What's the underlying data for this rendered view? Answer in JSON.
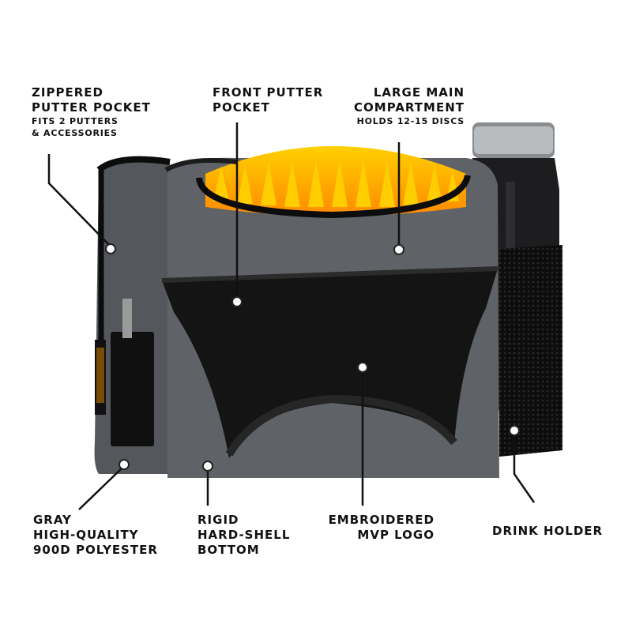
{
  "callouts": {
    "zippered": {
      "title": [
        "ZIPPERED",
        "PUTTER POCKET"
      ],
      "sub": [
        "FITS 2 PUTTERS",
        "& ACCESSORIES"
      ]
    },
    "front": {
      "title": [
        "FRONT PUTTER",
        "POCKET"
      ]
    },
    "main": {
      "title": [
        "LARGE MAIN",
        "COMPARTMENT"
      ],
      "sub": [
        "HOLDS 12-15 DISCS"
      ]
    },
    "gray": {
      "title": [
        "GRAY",
        "HIGH-QUALITY",
        "900D POLYESTER"
      ]
    },
    "rigid": {
      "title": [
        "RIGID",
        "HARD-SHELL",
        "BOTTOM"
      ]
    },
    "logo": {
      "title": [
        "EMBROIDERED",
        "MVP LOGO"
      ]
    },
    "drink": {
      "title": [
        "DRINK HOLDER"
      ]
    }
  },
  "colors": {
    "bag_gray": "#5b5e63",
    "black": "#141414",
    "disc_orange": "#ff9a00",
    "disc_yellow": "#ffc400"
  }
}
